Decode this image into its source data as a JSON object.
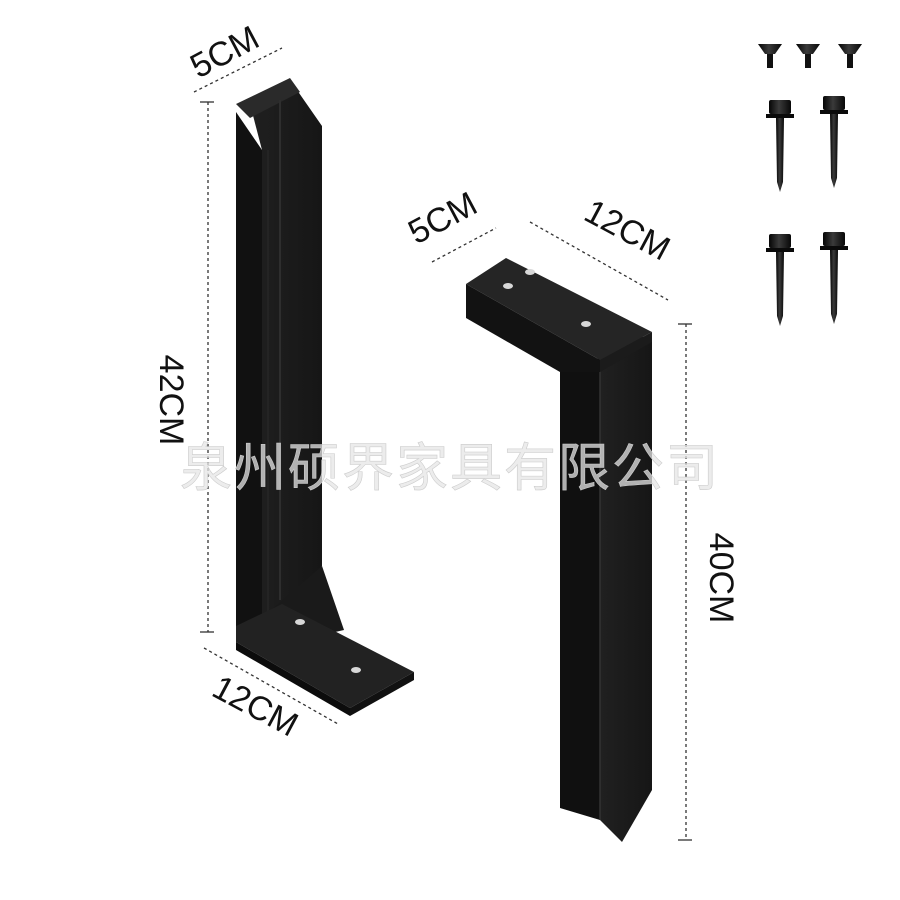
{
  "colors": {
    "metal": "#1c1c1c",
    "metal_dark": "#0e0e0e",
    "metal_edge": "#3a3a3a",
    "background": "#ffffff"
  },
  "left_bracket": {
    "width_label": "5CM",
    "height_label": "42CM",
    "foot_label": "12CM"
  },
  "right_bracket": {
    "width_label": "5CM",
    "top_label": "12CM",
    "height_label": "40CM"
  },
  "hardware": {
    "flat_screws": 3,
    "long_screws": 4
  },
  "watermark": "泉州硕界家具有限公司"
}
